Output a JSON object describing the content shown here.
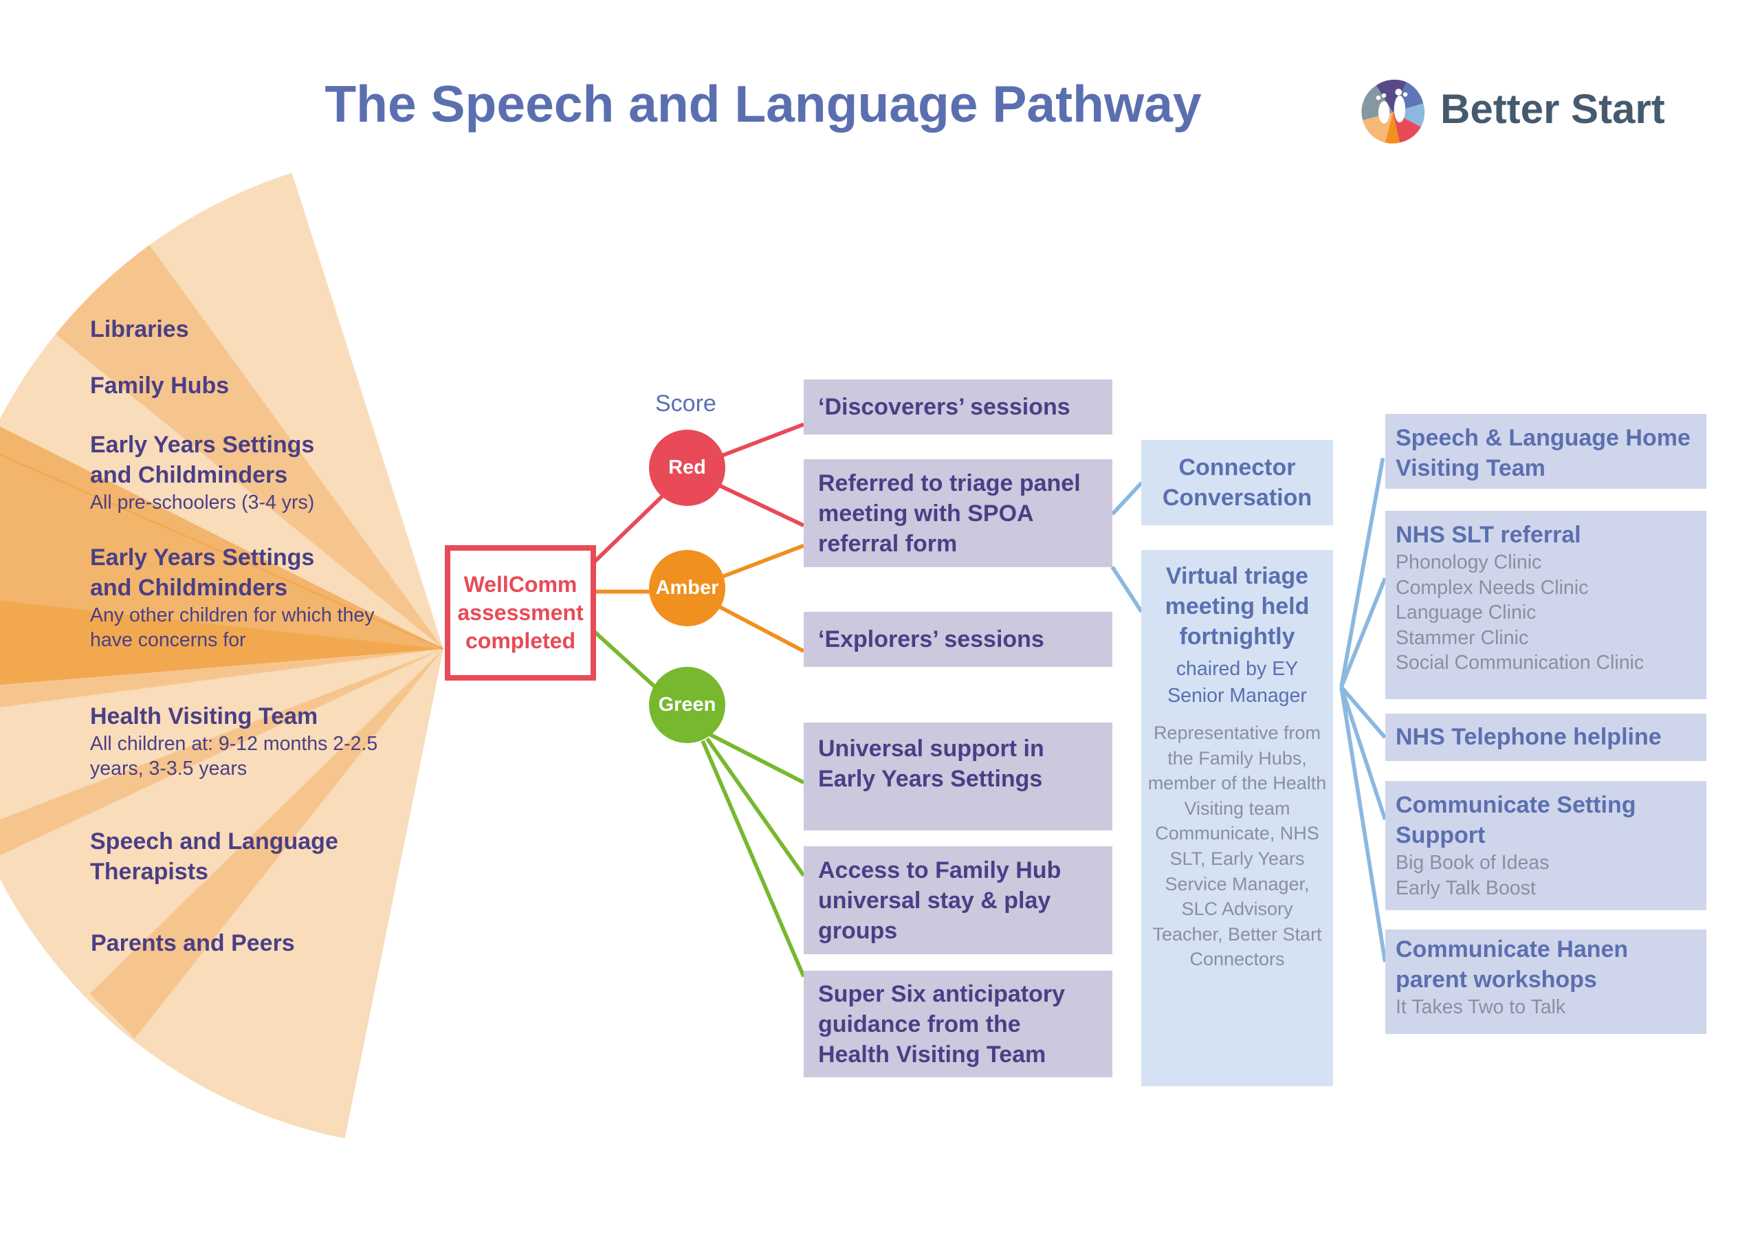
{
  "title": "The Speech and Language Pathway",
  "brand": {
    "name": "Better Start",
    "logo_icon": "footprints-circle-logo"
  },
  "colors": {
    "red": "#e84a57",
    "amber": "#f0901e",
    "green": "#77b82e",
    "title": "#5b6fb0",
    "text": "#4a3f86"
  },
  "sources": [
    {
      "title": "Libraries"
    },
    {
      "title": "Family Hubs"
    },
    {
      "title": "Early Years Settings and Childminders",
      "sub": "All pre-schoolers (3-4 yrs)"
    },
    {
      "title": "Early Years Settings and Childminders",
      "sub": "Any other children for which they have concerns for"
    },
    {
      "title": "Health Visiting Team",
      "sub": "All children at: 9-12 months 2-2.5 years, 3-3.5 years"
    },
    {
      "title": "Speech and Language Therapists"
    },
    {
      "title": "Parents and Peers"
    }
  ],
  "assessment": "WellComm assessment completed",
  "score_label": "Score",
  "scores": [
    "Red",
    "Amber",
    "Green"
  ],
  "outcomes": [
    "‘Discoverers’ sessions",
    "Referred to triage panel meeting with SPOA referral form",
    "‘Explorers’ sessions",
    "Universal support in Early Years Settings",
    "Access to Family Hub universal stay & play groups",
    "Super Six anticipatory guidance from the Health Visiting Team"
  ],
  "connector": "Connector Conversation",
  "triage": {
    "title": "Virtual triage meeting held fortnightly",
    "chair": "chaired by EY Senior Manager",
    "members": "Representative from the Family Hubs, member of the Health Visiting team Communicate, NHS SLT, Early Years Service Manager, SLC Advisory Teacher, Better Start Connectors"
  },
  "services": [
    {
      "title": "Speech & Language Home Visiting Team",
      "items": []
    },
    {
      "title": "NHS SLT referral",
      "items": [
        "Phonology Clinic",
        "Complex Needs Clinic",
        "Language Clinic",
        "Stammer Clinic",
        "Social Communication Clinic"
      ]
    },
    {
      "title": "NHS Telephone helpline",
      "items": []
    },
    {
      "title": "Communicate Setting Support",
      "items": [
        "Big Book of Ideas",
        "Early Talk Boost"
      ]
    },
    {
      "title": "Communicate Hanen parent workshops",
      "items": [
        "It Takes Two to Talk"
      ]
    }
  ]
}
